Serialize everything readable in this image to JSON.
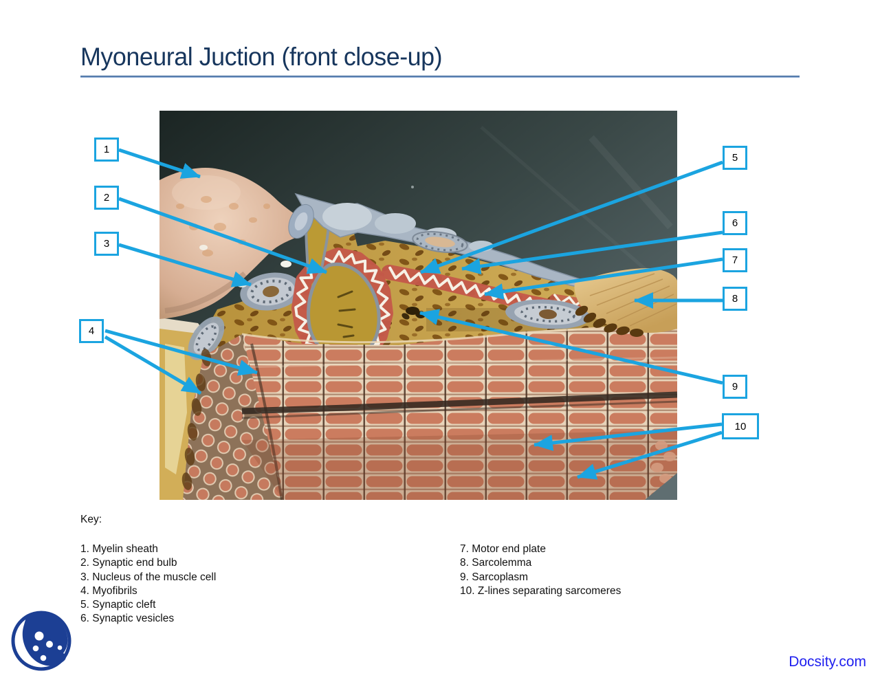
{
  "title": "Myoneural Juction (front close-up)",
  "key": {
    "heading": "Key:",
    "left_items": [
      "1. Myelin sheath",
      "2. Synaptic end bulb",
      "3. Nucleus of the muscle cell",
      "4. Myofibrils",
      "5. Synaptic cleft",
      "6. Synaptic vesicles"
    ],
    "right_items": [
      "7. Motor end plate",
      "8. Sarcolemma",
      "9. Sarcoplasm",
      "10. Z-lines separating sarcomeres"
    ]
  },
  "callouts": [
    {
      "label": "1"
    },
    {
      "label": "2"
    },
    {
      "label": "3"
    },
    {
      "label": "4"
    },
    {
      "label": "5"
    },
    {
      "label": "6"
    },
    {
      "label": "7"
    },
    {
      "label": "8"
    },
    {
      "label": "9"
    },
    {
      "label": "10"
    }
  ],
  "branding": {
    "site_link": "Docsity.com"
  },
  "colors": {
    "accent_callout": "#1ba4e0",
    "title_text": "#17365d",
    "link_blue": "#2121ef",
    "logo_blue": "#1c3f94"
  }
}
